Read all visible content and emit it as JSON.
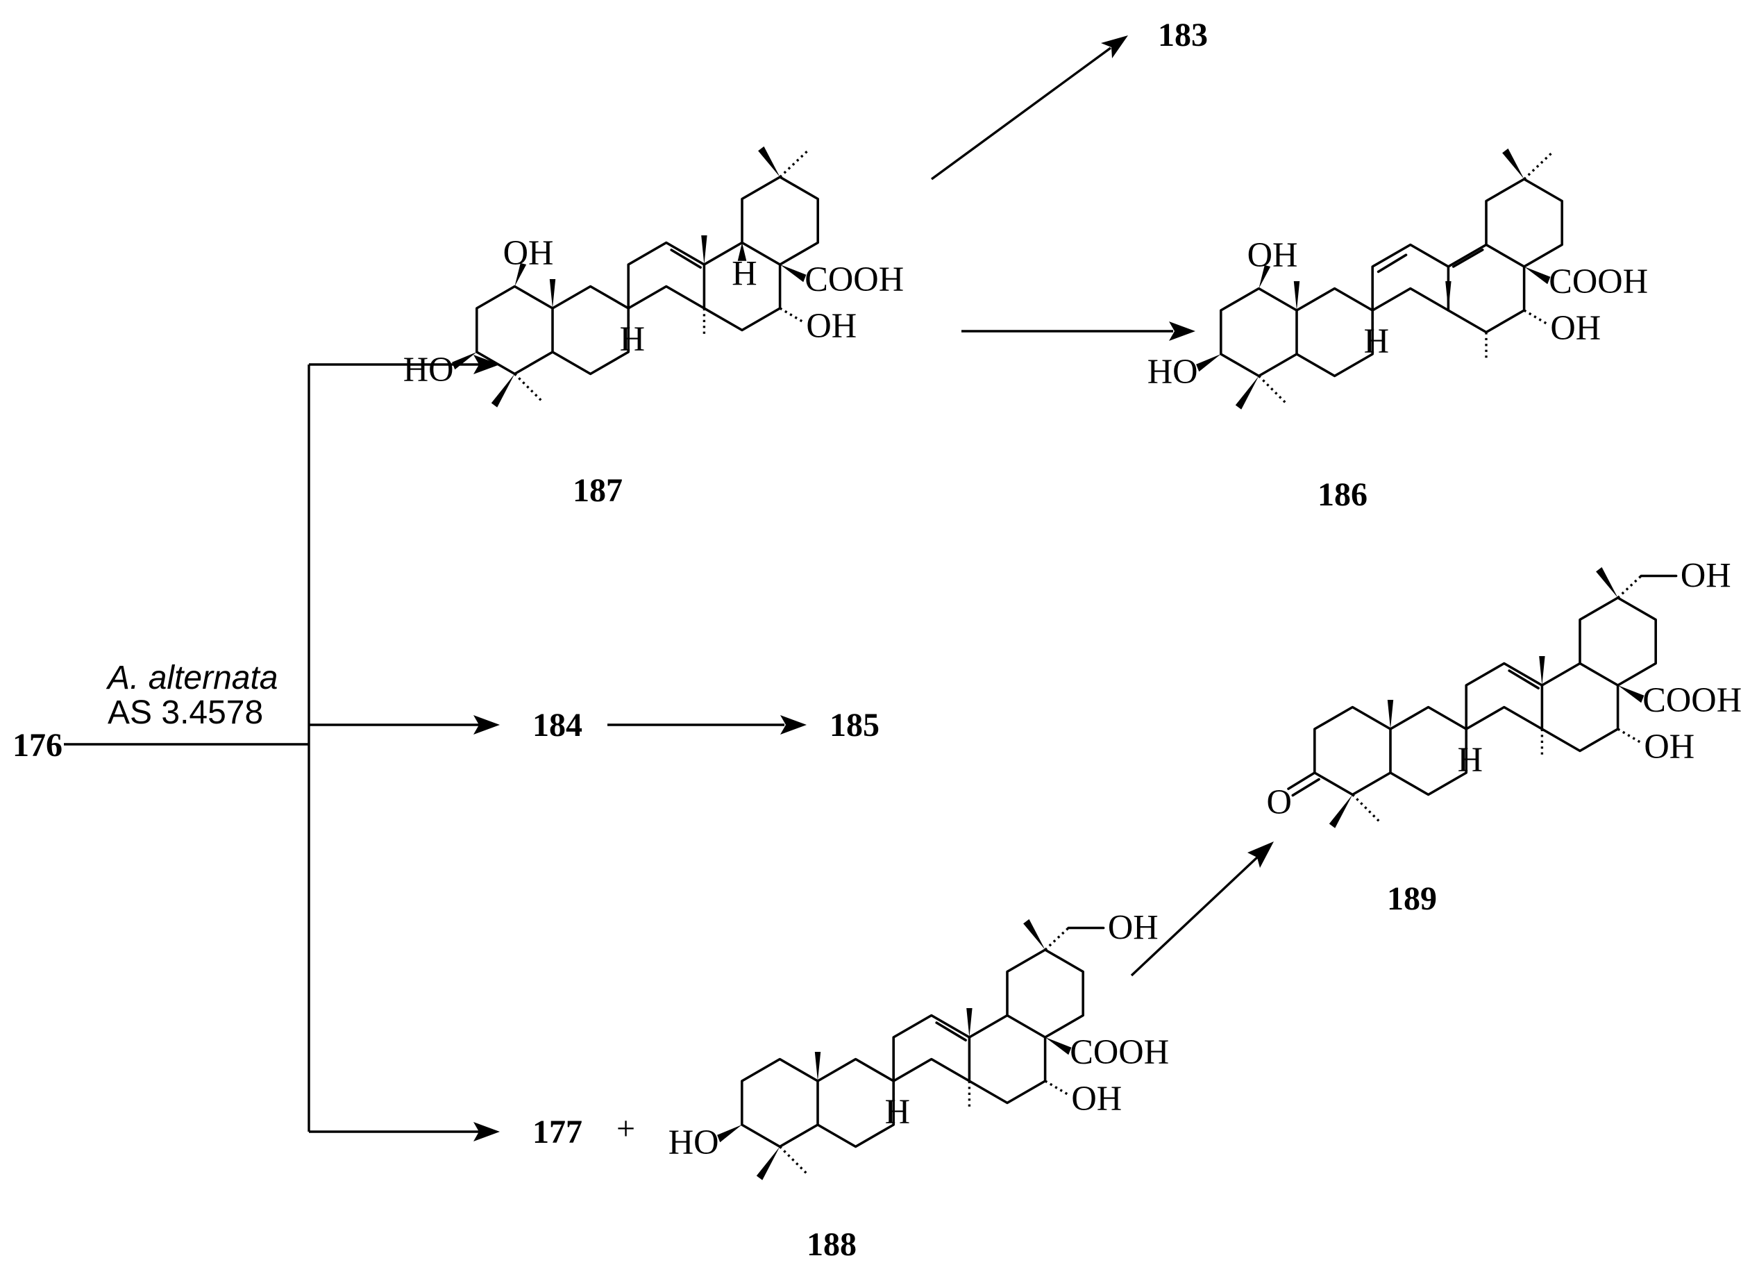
{
  "scheme": {
    "start": "176",
    "conditions": {
      "organism": "A. alternata",
      "strain": "AS 3.4578"
    },
    "plus": "+",
    "compounds": {
      "c187": "187",
      "c186": "186",
      "c183": "183",
      "c184": "184",
      "c185": "185",
      "c177": "177",
      "c188": "188",
      "c189": "189"
    },
    "atom_labels": {
      "oh": "OH",
      "ho": "HO",
      "cooh": "COOH",
      "h": "H",
      "o": "O"
    }
  }
}
